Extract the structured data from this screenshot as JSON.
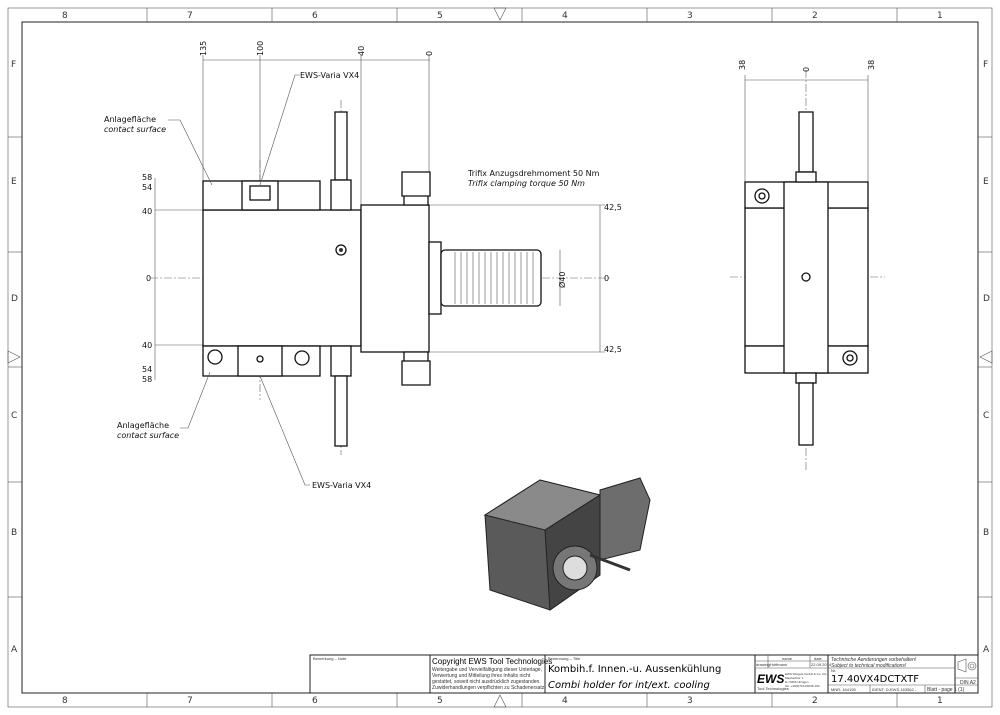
{
  "frame": {
    "columns": [
      "8",
      "7",
      "6",
      "5",
      "4",
      "3",
      "2",
      "1"
    ],
    "rows": [
      "F",
      "E",
      "D",
      "C",
      "B",
      "A"
    ]
  },
  "side_view": {
    "top_dims": [
      "135",
      "100",
      "40",
      "0"
    ],
    "left_dims_top": [
      "58",
      "54",
      "40"
    ],
    "left_dims_bottom": [
      "40",
      "54",
      "58"
    ],
    "zero": "0",
    "right_dims": [
      "42,5",
      "0",
      "42,5"
    ],
    "diameter": "Ø40",
    "callout_top": "EWS-Varia VX4",
    "callout_bottom": "EWS-Varia VX4",
    "contact_de": "Anlagefläche",
    "contact_en": "contact surface",
    "torque_de": "Trifix Anzugsdrehmoment  50 Nm",
    "torque_en": "Trifix clamping torque  50 Nm"
  },
  "front_view": {
    "top_dims": [
      "38",
      "0",
      "38"
    ]
  },
  "title_block": {
    "remark_label": "Bemerkung – Note",
    "copyright_title": "Copyright EWS Tool Technologies",
    "copyright_lines": [
      "Weitergabe und Vervielfältigung dieser Unterlage,",
      "Verwertung und Mitteilung ihres Inhalts nicht",
      "gestattet, soweit nicht ausdrücklich zugestanden.",
      "Zuwiderhandlungen verpflichten zu Schadenersatz."
    ],
    "designation_label": "Benennung – Title",
    "title_de": "Kombih.f. Innen.-u. Aussenkühlung",
    "title_en": "Combi holder for int/ext. cooling",
    "name_header": "name",
    "date_header": "date",
    "drawing_label": "drawing",
    "drawn_by": "Hoffmann",
    "date": "22.09.2014",
    "logo": "EWS",
    "logo_sub": "Tool Technologies",
    "company_lines": [
      "EWS Weigele GmbH & Co. KG",
      "Maybachstr. 1",
      "D-73466 Uhingen",
      "Tel. +49(0)7161/3048-100"
    ],
    "notice_de": "Technische Aenderungen vorbehalten!",
    "notice_en": "Subject to technical modifications!",
    "number_label": "Nr.",
    "part_number": "17.40VX4DCTXTF",
    "paper": "DIN A2",
    "mnr": "MNR: 164195",
    "ident": "IDENT: D-EWS-163562 -",
    "sheet": "Blatt - page  1 (1)"
  }
}
